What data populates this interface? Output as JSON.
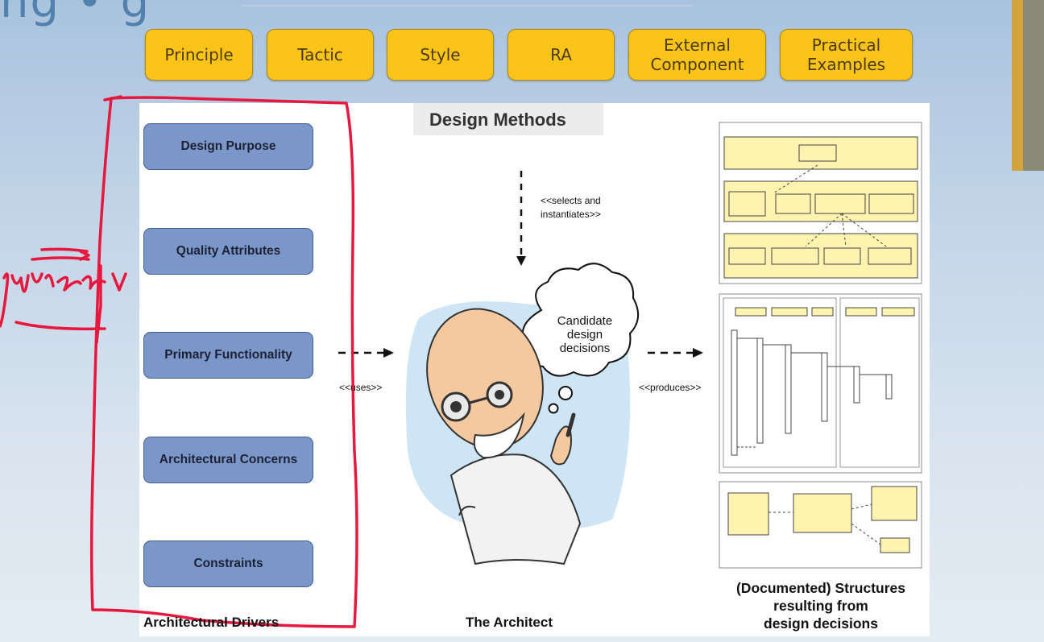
{
  "slide": {
    "title_fragment": "ng • g"
  },
  "categories": [
    {
      "label": "Principle"
    },
    {
      "label": "Tactic"
    },
    {
      "label": "Style"
    },
    {
      "label": "RA"
    },
    {
      "label": "External Component"
    },
    {
      "label": "Practical Examples"
    }
  ],
  "design_methods_label": "Design Methods",
  "drivers": [
    {
      "label": "Design Purpose"
    },
    {
      "label": "Quality Attributes"
    },
    {
      "label": "Primary Functionality"
    },
    {
      "label": "Architectural Concerns"
    },
    {
      "label": "Constraints"
    }
  ],
  "architectural_drivers_label": "Architectural Drivers",
  "selects_label_1": "<<selects and",
  "selects_label_2": "instantiates>>",
  "uses_label": "<<uses>>",
  "produces_label": "<<produces>>",
  "bubble": {
    "line1": "Candidate",
    "line2": "design",
    "line3": "decisions"
  },
  "architect_label": "The Architect",
  "structures_label": {
    "line1": "(Documented) Structures",
    "line2": "resulting from",
    "line3": "design decisions"
  },
  "annotation": {
    "handwriting": "quirement"
  },
  "colors": {
    "category_fill": "#fcc419",
    "driver_fill": "#7b96c9",
    "annotation_red": "#e8173e",
    "diagram_yellow": "#fff3b0"
  }
}
